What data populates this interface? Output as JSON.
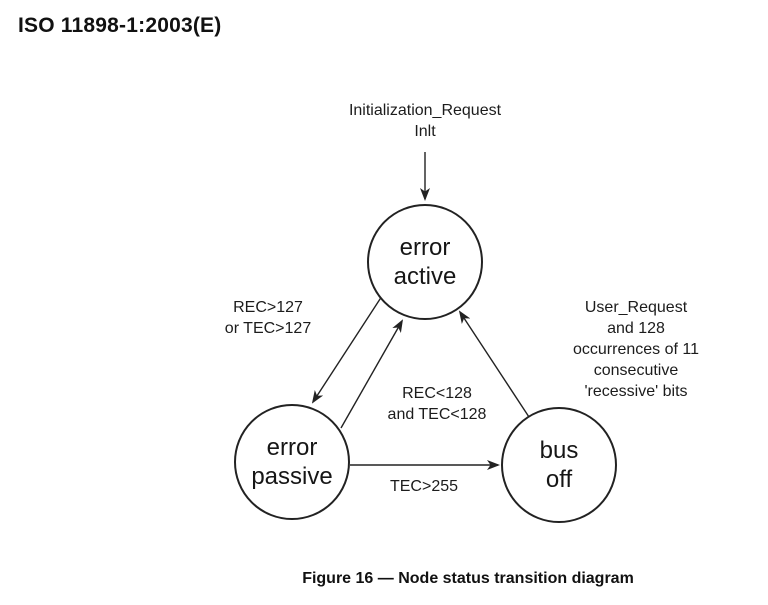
{
  "header": {
    "title": "ISO 11898-1:2003(E)"
  },
  "diagram": {
    "states": {
      "error_active": "error\nactive",
      "error_passive": "error\npassive",
      "bus_off": "bus\noff"
    },
    "transitions": {
      "init_to_active": "Initialization_Request\nInlt",
      "active_to_passive": "REC>127\nor TEC>127",
      "passive_to_active": "REC<128\nand TEC<128",
      "passive_to_busoff": "TEC>255",
      "busoff_to_active": "User_Request\nand 128 occurrences of 11\nconsecutive 'recessive' bits"
    }
  },
  "figure": {
    "caption": "Figure 16 — Node status transition diagram"
  },
  "colors": {
    "ink": "#1a1a1a",
    "background": "#ffffff"
  }
}
